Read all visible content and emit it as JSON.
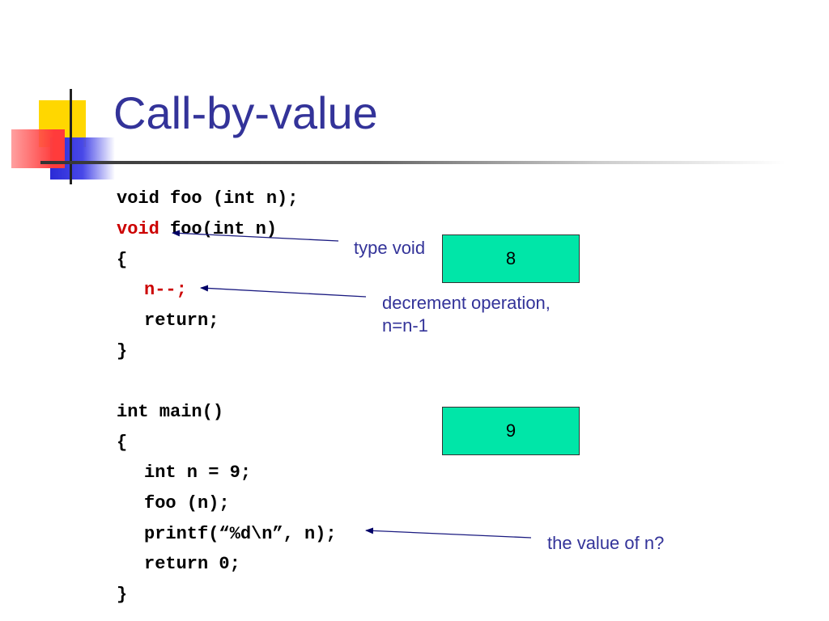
{
  "slide": {
    "title": "Call-by-value"
  },
  "code": {
    "line1": "void foo (int n);",
    "line2_keyword": "void",
    "line2_rest": " foo(int n)",
    "line3": "{",
    "line4": "n--;",
    "line5": "return;",
    "line6": "}",
    "line7": "int main()",
    "line8": "{",
    "line9": "int n = 9;",
    "line10": "foo (n);",
    "line11": "printf(“%d\\n”, n);",
    "line12": "return 0;",
    "line13": "}"
  },
  "annotations": {
    "type_void": "type void",
    "decrement_line1": "decrement operation,",
    "decrement_line2": "n=n-1",
    "value_question": "the value of n?"
  },
  "boxes": {
    "foo_n_value": "8",
    "main_n_value": "9"
  },
  "colors": {
    "title": "#333399",
    "annotation": "#333399",
    "keyword_highlight": "#cc0000",
    "box_fill": "#00e6a8"
  }
}
